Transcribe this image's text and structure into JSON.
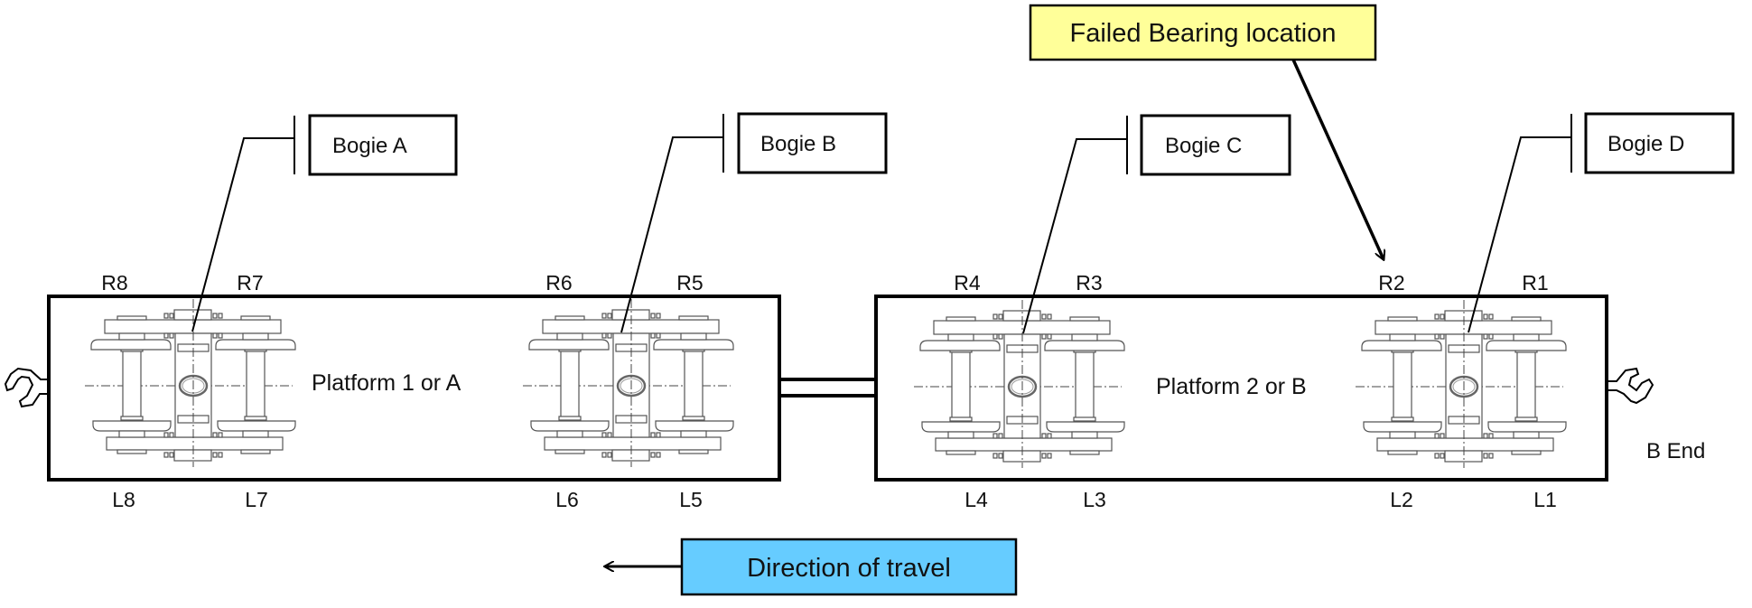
{
  "callouts": {
    "failed_bearing": {
      "label": "Failed Bearing location",
      "fill": "#FFFF99",
      "target_position": "R2"
    },
    "direction": {
      "label": "Direction of travel",
      "fill": "#66CCFF",
      "arrow": "left"
    }
  },
  "platforms": [
    {
      "id": "platform-1",
      "label": "Platform 1 or A"
    },
    {
      "id": "platform-2",
      "label": "Platform 2 or B"
    }
  ],
  "end_label": "B End",
  "bogies": [
    {
      "id": "A",
      "label": "Bogie A",
      "platform": "platform-1",
      "right_labels": [
        "R8",
        "R7"
      ],
      "left_labels": [
        "L8",
        "L7"
      ]
    },
    {
      "id": "B",
      "label": "Bogie B",
      "platform": "platform-1",
      "right_labels": [
        "R6",
        "R5"
      ],
      "left_labels": [
        "L6",
        "L5"
      ]
    },
    {
      "id": "C",
      "label": "Bogie C",
      "platform": "platform-2",
      "right_labels": [
        "R4",
        "R3"
      ],
      "left_labels": [
        "L4",
        "L3"
      ]
    },
    {
      "id": "D",
      "label": "Bogie D",
      "platform": "platform-2",
      "right_labels": [
        "R2",
        "R1"
      ],
      "left_labels": [
        "L2",
        "L1"
      ]
    }
  ],
  "icons": {
    "left_coupler": "coupler-icon",
    "right_coupler": "coupler-icon",
    "drawbar": "drawbar-icon",
    "bogie": "bogie-icon"
  }
}
